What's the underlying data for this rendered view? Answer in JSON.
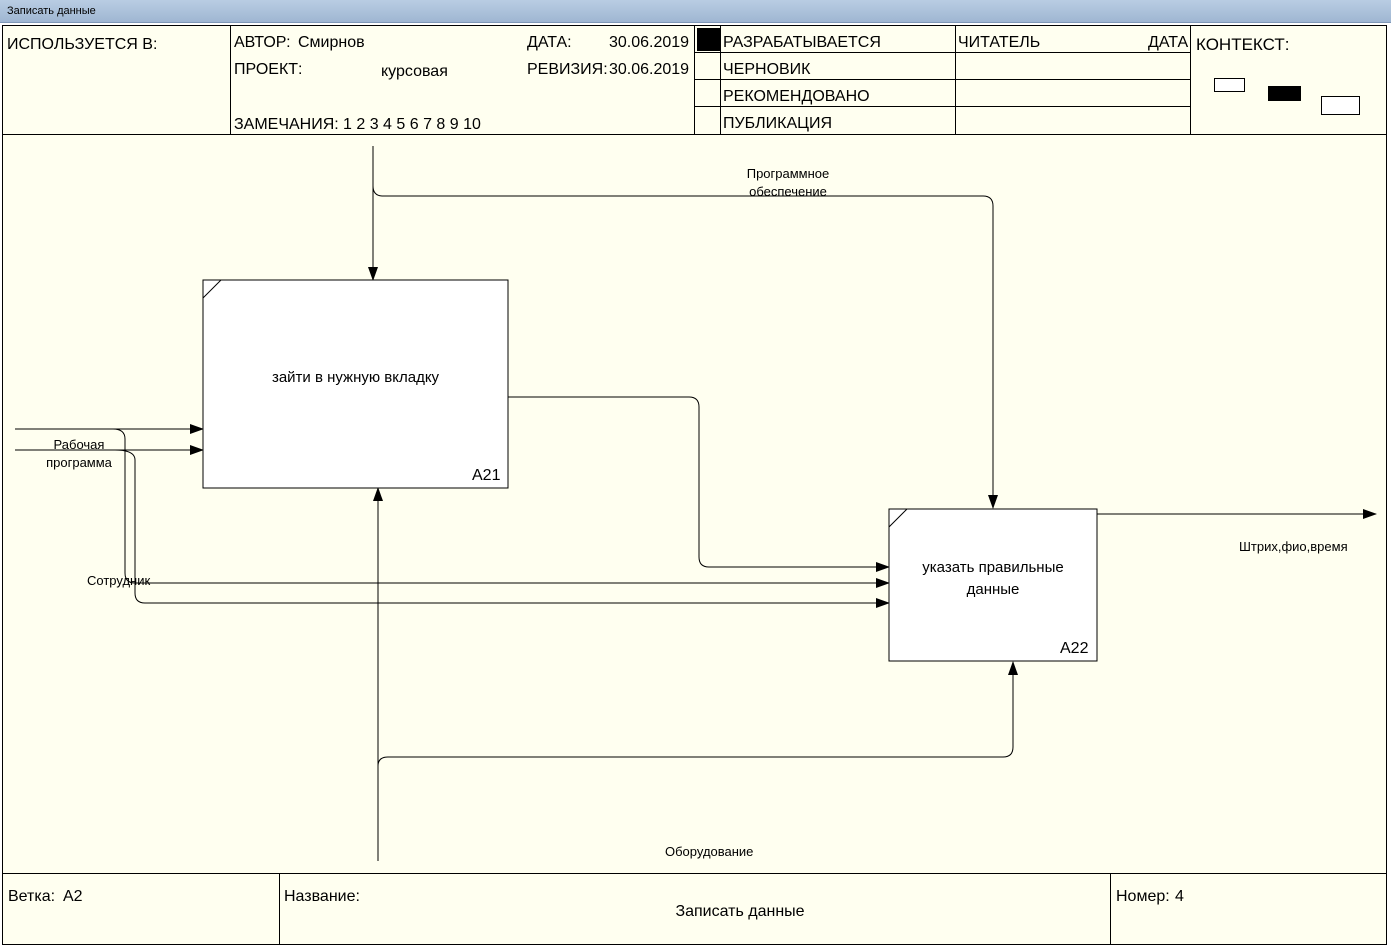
{
  "window": {
    "title": "Записать данные"
  },
  "header": {
    "used_in_label": "ИСПОЛЬЗУЕТСЯ В:",
    "author_label": "АВТОР:",
    "author_value": "Смирнов",
    "project_label": "ПРОЕКТ:",
    "project_value": "курсовая",
    "notes_label": "ЗАМЕЧАНИЯ:",
    "notes_value": "1 2 3 4 5 6 7 8 9 10",
    "date_label": "ДАТА:",
    "date_value": "30.06.2019",
    "revision_label": "РЕВИЗИЯ:",
    "revision_value": "30.06.2019",
    "status": [
      "РАЗРАБАТЫВАЕТСЯ",
      "ЧЕРНОВИК",
      "РЕКОМЕНДОВАНО",
      "ПУБЛИКАЦИЯ"
    ],
    "reader_label": "ЧИТАТЕЛЬ",
    "reader_date_label": "ДАТА",
    "context_label": "КОНТЕКСТ:"
  },
  "diagram": {
    "boxes": [
      {
        "label": "зайти в нужную вкладку",
        "id": "A21"
      },
      {
        "label": "указать правильные данные",
        "id": "A22"
      }
    ],
    "arrows": {
      "software": "Программное обеспечение",
      "work_program": "Рабочая программа",
      "employee": "Сотрудник",
      "output": "Штрих,фио,время",
      "equipment": "Оборудование"
    }
  },
  "footer": {
    "branch_label": "Ветка:",
    "branch_value": "A2",
    "name_label": "Название:",
    "name_value": "Записать данные",
    "number_label": "Номер:",
    "number_value": "4"
  }
}
